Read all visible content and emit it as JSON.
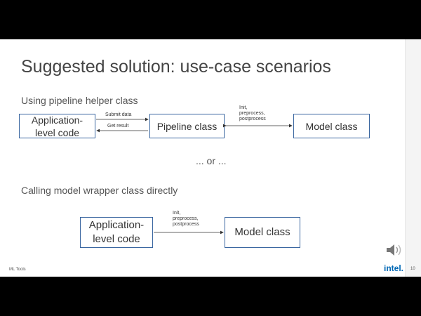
{
  "slide": {
    "title": "Suggested solution: use-case scenarios",
    "section1_heading": "Using pipeline helper class",
    "section2_heading": "Calling model wrapper class directly",
    "or_text": "... or ...",
    "footer_left": "ML Tools",
    "logo_text": "intel.",
    "page_number": "10"
  },
  "diagram1": {
    "app_box": "Application-\nlevel code",
    "pipeline_box": "Pipeline class",
    "model_box": "Model class",
    "submit_label": "Submit data",
    "result_label": "Get result",
    "init_label": "Init,\npreprocess,\npostprocess"
  },
  "diagram2": {
    "app_box": "Application-\nlevel code",
    "model_box": "Model class",
    "init_label": "Init,\npreprocess,\npostprocess"
  },
  "icons": [
    "speaker-icon"
  ]
}
